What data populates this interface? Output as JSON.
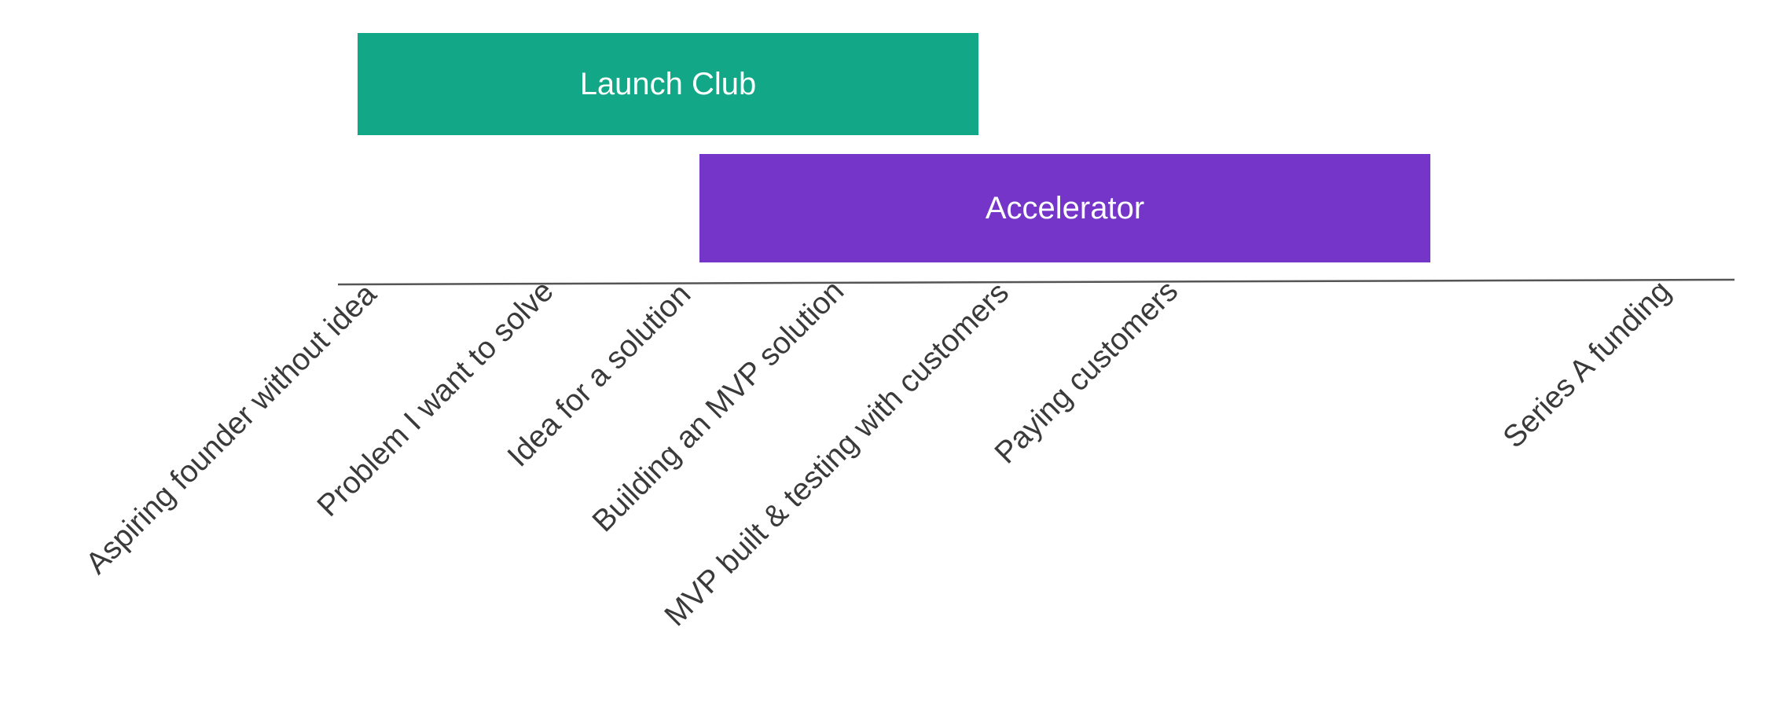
{
  "colors": {
    "launch_club": "#12a887",
    "accelerator": "#7535c9",
    "axis": "#555555",
    "text": "#3a3a3a"
  },
  "programs": [
    {
      "name": "Launch Club"
    },
    {
      "name": "Accelerator"
    }
  ],
  "stages": [
    "Aspiring founder without idea",
    "Problem I want to solve",
    "Idea for a solution",
    "Building an MVP solution",
    "MVP built & testing with customers",
    "Paying customers",
    "Series A funding"
  ]
}
